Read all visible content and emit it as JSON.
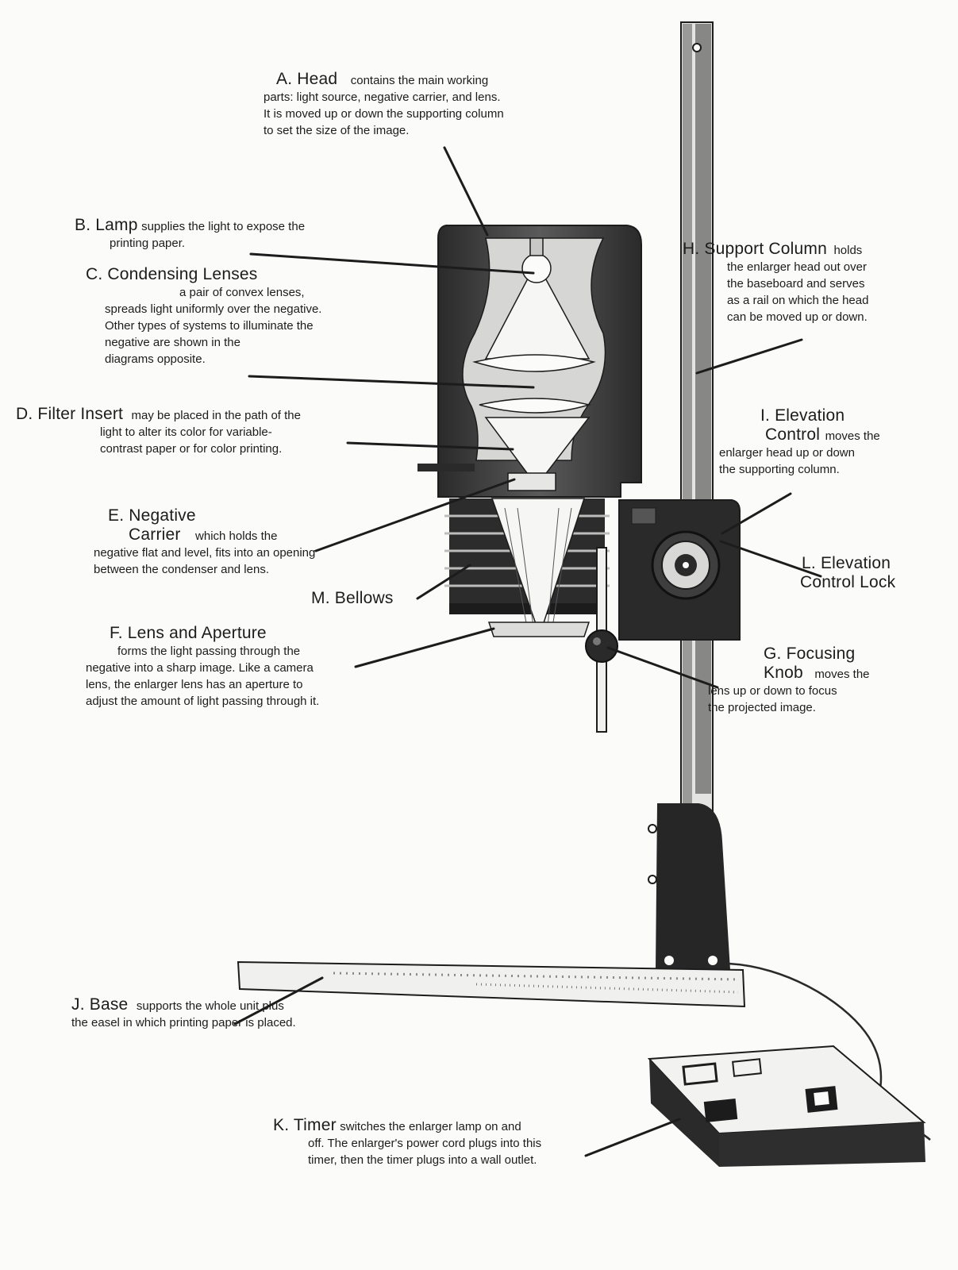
{
  "parts": [
    {
      "id": "head",
      "title": "A. Head",
      "desc": [
        "contains the main working",
        "parts: light source, negative carrier, and lens.",
        "It is moved up or down the supporting column",
        "to set the size of the image."
      ]
    },
    {
      "id": "lamp",
      "title": "B. Lamp",
      "desc": [
        "supplies the light to expose the",
        "printing paper."
      ]
    },
    {
      "id": "condensing-lenses",
      "title": "C. Condensing Lenses",
      "desc": [
        "a pair of convex lenses,",
        "spreads light uniformly over the negative.",
        "Other types of systems to illuminate the",
        "negative are shown in the",
        "diagrams opposite."
      ]
    },
    {
      "id": "filter-insert",
      "title": "D. Filter Insert",
      "desc": [
        "may be placed in the path of the",
        "light to alter its color for variable-",
        "contrast paper or for color printing."
      ]
    },
    {
      "id": "negative-carrier",
      "title": "E. Negative",
      "title2": "Carrier",
      "desc": [
        "which holds the",
        "negative flat and level, fits into an opening",
        "between the condenser and lens."
      ]
    },
    {
      "id": "lens-aperture",
      "title": "F. Lens and Aperture",
      "desc": [
        "forms the light passing through the",
        "negative into a sharp image. Like a camera",
        "lens, the enlarger lens has an aperture to",
        "adjust the amount of light passing through it."
      ]
    },
    {
      "id": "focusing-knob",
      "title": "G. Focusing",
      "title2": "Knob",
      "desc": [
        "moves the",
        "lens up or down to focus",
        "the projected image."
      ]
    },
    {
      "id": "support-column",
      "title": "H. Support Column",
      "desc": [
        "holds",
        "the enlarger head out over",
        "the baseboard and serves",
        "as a rail on which the head",
        "can be moved up or down."
      ]
    },
    {
      "id": "elevation-control",
      "title": "I. Elevation",
      "title2": "Control",
      "desc": [
        "moves the",
        "enlarger head up or down",
        "the supporting column."
      ]
    },
    {
      "id": "base",
      "title": "J. Base",
      "desc": [
        "supports the whole unit plus",
        "the easel in which printing paper is placed."
      ]
    },
    {
      "id": "timer",
      "title": "K. Timer",
      "desc": [
        "switches the enlarger lamp on and",
        "off. The enlarger's power cord plugs into this",
        "timer, then the timer plugs into a wall outlet."
      ]
    },
    {
      "id": "elevation-lock",
      "title": "L. Elevation",
      "title2": "Control Lock",
      "desc": []
    },
    {
      "id": "bellows",
      "title": "M. Bellows",
      "desc": []
    }
  ],
  "colors": {
    "ink": "#1c1c1c",
    "paper": "#fbfbfa",
    "column_fill": "#e8e8e6",
    "cone_fill": "#f6f6f4"
  }
}
